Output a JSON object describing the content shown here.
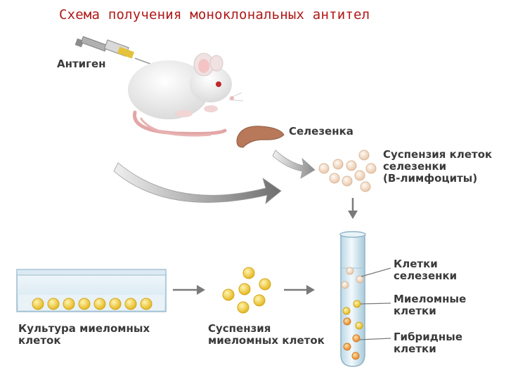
{
  "title": "Схема получения моноклональных антител",
  "labels": {
    "antigen": "Антиген",
    "spleen": "Селезенка",
    "spleen_suspension": [
      "Суспензия клеток",
      "селезенки",
      "(В-лимфоциты)"
    ],
    "myeloma_culture": [
      "Культура миеломных",
      "клеток"
    ],
    "myeloma_suspension": [
      "Суспензия",
      "миеломных клеток"
    ],
    "tube_spleen_cells": [
      "Клетки",
      "селезенки"
    ],
    "tube_myeloma_cells": [
      "Миеломные",
      "клетки"
    ],
    "tube_hybrid_cells": [
      "Гибридные",
      "клетки"
    ]
  },
  "colors": {
    "title": "#b01818",
    "label_text": "#3a3a3a",
    "spleen_cell": "#f3dcc8",
    "myeloma_cell": "#f2cc3a",
    "hybrid_cell": "#f0a040",
    "spleen_organ": "#b8785a",
    "arrow_gray": "#7a7a7a"
  }
}
